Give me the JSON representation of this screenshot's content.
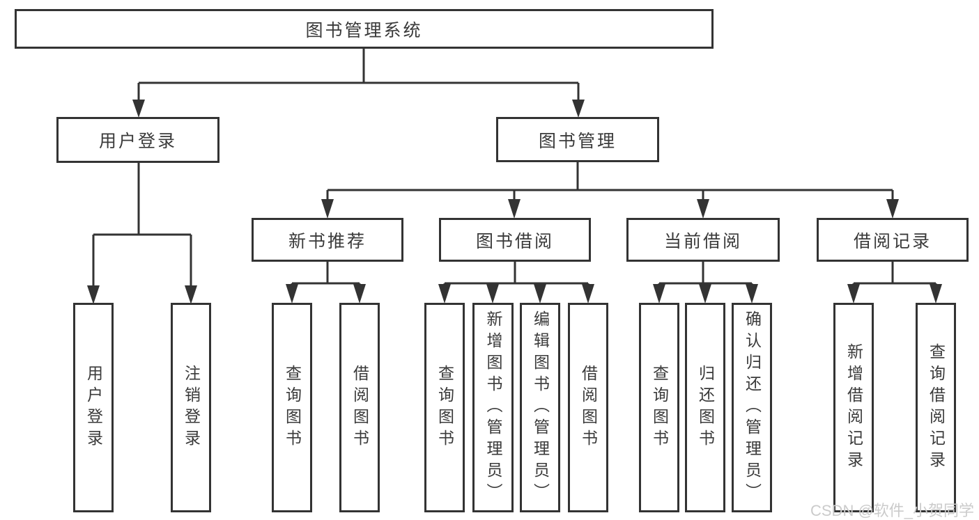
{
  "colors": {
    "line": "#333333",
    "text": "#3a3a3a",
    "background": "#ffffff",
    "watermark": "#cbcbcb"
  },
  "watermark": "CSDN @软件_小贺同学",
  "tree": {
    "label": "图书管理系统",
    "children": [
      {
        "label": "用户登录",
        "children": [
          {
            "label": "用户登录"
          },
          {
            "label": "注销登录"
          }
        ]
      },
      {
        "label": "图书管理",
        "children": [
          {
            "label": "新书推荐",
            "children": [
              {
                "label": "查询图书"
              },
              {
                "label": "借阅图书"
              }
            ]
          },
          {
            "label": "图书借阅",
            "children": [
              {
                "label": "查询图书"
              },
              {
                "label": "新增图书（管理员）"
              },
              {
                "label": "编辑图书（管理员）"
              },
              {
                "label": "借阅图书"
              }
            ]
          },
          {
            "label": "当前借阅",
            "children": [
              {
                "label": "查询图书"
              },
              {
                "label": "归还图书"
              },
              {
                "label": "确认归还（管理员）"
              }
            ]
          },
          {
            "label": "借阅记录",
            "children": [
              {
                "label": "新增借阅记录"
              },
              {
                "label": "查询借阅记录"
              }
            ]
          }
        ]
      }
    ]
  }
}
